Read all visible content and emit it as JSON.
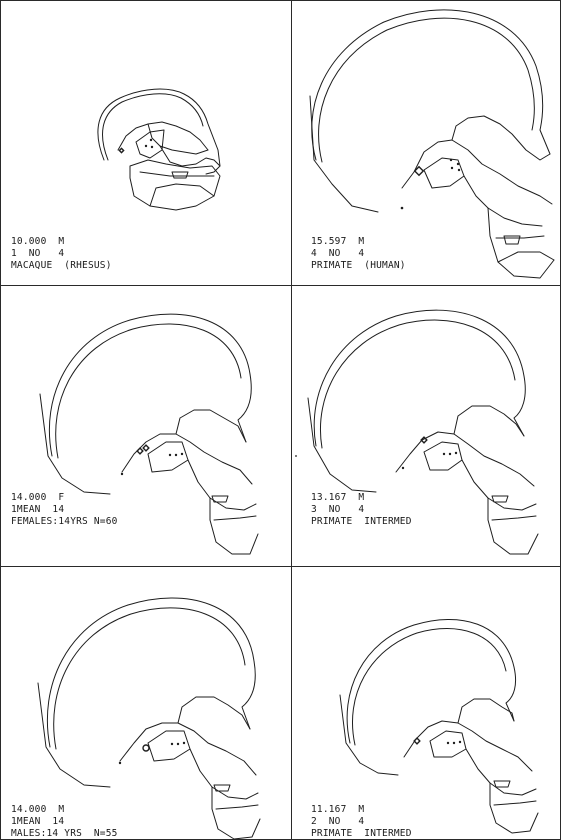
{
  "panels": [
    {
      "id": "p1",
      "line1": "10.000  M",
      "line2": "1  NO   4",
      "line3": "MACAQUE  (RHESUS)"
    },
    {
      "id": "p2",
      "line1": "15.597  M",
      "line2": "4  NO   4",
      "line3": "PRIMATE  (HUMAN)"
    },
    {
      "id": "p3",
      "line1": "14.000  F",
      "line2": "1MEAN  14",
      "line3": "FEMALES:14YRS N=60"
    },
    {
      "id": "p4",
      "line1": "13.167  M",
      "line2": "3  NO   4",
      "line3": "PRIMATE  INTERMED"
    },
    {
      "id": "p5",
      "line1": "14.000  M",
      "line2": "1MEAN  14",
      "line3": "MALES:14 YRS  N=55"
    },
    {
      "id": "p6",
      "line1": "11.167  M",
      "line2": "2  NO   4",
      "line3": "PRIMATE  INTERMED"
    }
  ]
}
